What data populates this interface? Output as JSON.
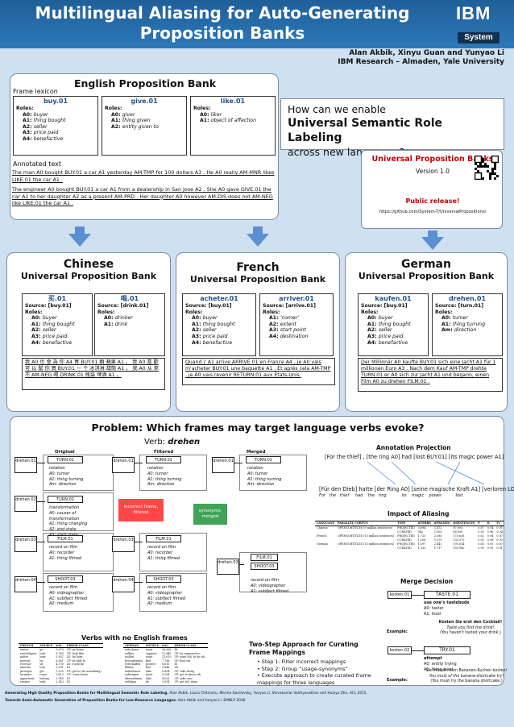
{
  "header": {
    "title_l1": "Multilingual Aliasing for Auto-Generating",
    "title_l2": "Proposition Banks",
    "brand_ibm": "IBM",
    "brand_sys": "System",
    "authors": "Alan Akbik, Xinyu Guan and Yunyao Li",
    "affiliation": "IBM Research – Almaden, Yale University"
  },
  "english": {
    "title": "English Proposition Bank",
    "frame_lexicon": "Frame lexicon",
    "annotated_text": "Annotated text",
    "frames": [
      {
        "name": "buy.01",
        "roles_label": "Roles:",
        "roles": [
          [
            "A0:",
            "buyer"
          ],
          [
            "A1:",
            "thing bought"
          ],
          [
            "A2:",
            "seller"
          ],
          [
            "A3:",
            "price paid"
          ],
          [
            "A4:",
            "benefactive"
          ]
        ]
      },
      {
        "name": "give.01",
        "roles_label": "Roles:",
        "roles": [
          [
            "A0:",
            "giver"
          ],
          [
            "A1:",
            "thing given"
          ],
          [
            "A2:",
            "entity given to"
          ]
        ]
      },
      {
        "name": "like.01",
        "roles_label": "Roles:",
        "roles": [
          [
            "A0:",
            "liker"
          ],
          [
            "A1:",
            "object of affection"
          ]
        ]
      }
    ],
    "sentence1": "The man A0 bought BUY.01 a car A1 yesterday AM-TMP for 100 dollars A3 . He A0 really AM-MNR likes LIKE.01 the car A1 .",
    "sentence2": "The engineer A0 bought BUY.01 a car A1 from a dealership in San Jose A2 . She A0 gave GIVE.01 the car A1 to her daughter A2 as a present AM-PRD . Her daughter A0 however AM-DIS does not AM-NEG like LIKE.01 the car A1 ."
  },
  "question": {
    "l1": "How can we enable",
    "l2": "Universal Semantic Role Labeling",
    "l3": "across new languages?"
  },
  "upb": {
    "title": "Universal Proposition Banks",
    "version": "Version 1.0",
    "release": "Public release!",
    "url": "https://github.com/System-T/UniversalPropositions/"
  },
  "chinese": {
    "title": "Chinese",
    "subtitle": "Universal Proposition Bank",
    "frames": [
      {
        "name": "买.01",
        "source": "Source: [buy.01]",
        "roles_label": "Roles:",
        "roles": [
          [
            "A0:",
            "buyer"
          ],
          [
            "A1:",
            "thing bought"
          ],
          [
            "A2:",
            "seller"
          ],
          [
            "A3:",
            "price paid"
          ],
          [
            "A4:",
            "benefactive"
          ]
        ]
      },
      {
        "name": "喝.01",
        "source": "Source: [drink.01]",
        "roles_label": "Roles:",
        "roles": [
          [
            "A0:",
            "drinker"
          ],
          [
            "A1:",
            "drink"
          ]
        ]
      }
    ],
    "example": "我 A0 也 會 為 你 A4 買 BUY.01 顆 蘋果 A1 。 我 A0 喜 歡 可 以 幫 你 買 BUY.01 一 个 冰淇淋 甜筒 A1 。 我 A0 从 来 不 AM-NEG 喝 DRINK.01 瓶装 啤酒 A1 。"
  },
  "french": {
    "title": "French",
    "subtitle": "Universal Proposition Bank",
    "frames": [
      {
        "name": "acheter.01",
        "source": "Source: [buy.01]",
        "roles_label": "Roles:",
        "roles": [
          [
            "A0:",
            "buyer"
          ],
          [
            "A1:",
            "thing bought"
          ],
          [
            "A2:",
            "seller"
          ],
          [
            "A3:",
            "price paid"
          ],
          [
            "A4:",
            "benefactive"
          ]
        ]
      },
      {
        "name": "arriver.01",
        "source": "Source: [arrive.01]",
        "roles_label": "Roles:",
        "roles": [
          [
            "A1:",
            "‘comer’"
          ],
          [
            "A2:",
            "extent"
          ],
          [
            "A3:",
            "start point"
          ],
          [
            "A4:",
            "destination"
          ]
        ]
      }
    ],
    "example": "Quand j' A1 arrive ARRIVE.01 en France A4 , je A0 vais m'acheter BUY.01 une baguette A1 . Et après cela AM-TMP , je A0 vais revenir RETURN.01 aux États-Unis."
  },
  "german": {
    "title": "German",
    "subtitle": "Universal Proposition Bank",
    "frames": [
      {
        "name": "kaufen.01",
        "source": "Source: [buy.01]",
        "roles_label": "Roles:",
        "roles": [
          [
            "A0:",
            "buyer"
          ],
          [
            "A1:",
            "thing bought"
          ],
          [
            "A2:",
            "seller"
          ],
          [
            "A3:",
            "price paid"
          ],
          [
            "A4:",
            "benefactive"
          ]
        ]
      },
      {
        "name": "drehen.01",
        "source": "Source: [turn.01]",
        "roles_label": "Roles:",
        "roles": [
          [
            "A0:",
            "turner"
          ],
          [
            "A1:",
            "thing turning"
          ],
          [
            "Am:",
            "direction"
          ]
        ]
      }
    ],
    "example": "Der Millionär A0 kaufte BUY.01 sich eine Jacht A1 für 1 millionen Euro A3 . Nach dem Kauf AM-TMP drehte TURN.01 er A0 sich zur Jacht A1 und begann, einen Film A0 zu drehen FILM.01 ."
  },
  "problem": {
    "title": "Problem: Which frames may target language verbs evoke?",
    "verb_label": "Verb:",
    "verb": "drehen",
    "col_original": "Original",
    "col_filtered": "Filtered",
    "col_merged": "Merged",
    "verbs": [
      "drehen.01",
      "drehen.02",
      "drehen.03",
      "drehen.04"
    ],
    "frames": {
      "turn": "TURN.01",
      "turn2": "TURN.02",
      "film": "FILM.01",
      "shoot": "SHOOT.03"
    },
    "turn_roles": [
      "rotation",
      "A0: turner",
      "A1: thing turning",
      "Am: direction"
    ],
    "turn2_roles": [
      "transformation",
      "A0: causer of",
      "transformation",
      "A1: thing changing",
      "A2: end state",
      "A3: start state"
    ],
    "film_roles": [
      "record on film",
      "A0: recorder",
      "A1: thing filmed"
    ],
    "shoot_roles": [
      "record on film",
      "A0: videographer",
      "A1: subfject filmed",
      "A2: medium"
    ],
    "incorrect": "incorrect frame, filtered",
    "synonyms": "synonyms, merged",
    "verbs_no_english": "Verbs with no English frames",
    "table1_head": [
      "FRENCH",
      "SOURCE",
      "#AL.",
      "ERROR CLASS"
    ],
    "table1_rows": [
      [
        "tenter",
        "go",
        "9,070",
        "CP: go home"
      ],
      [
        "revendiquer",
        "look",
        "8,160",
        "CP: look like"
      ],
      [
        "naître",
        "bear",
        "5,937",
        "LE: be born"
      ],
      [
        "pouvoir",
        "be",
        "6,541",
        "CP: be able to"
      ],
      [
        "recevoir",
        "sit",
        "4,700",
        "LE: s'asseoir"
      ],
      [
        "aborder",
        "love",
        "3,391",
        "DI"
      ],
      [
        "proroger",
        "get",
        "3,125",
        "CP: get to (do something)"
      ],
      [
        "terminer",
        "come",
        "2,613",
        "CP: come home"
      ],
      [
        "appartenir",
        "belong",
        "2,745",
        "DI"
      ],
      [
        "rentrer",
        "look",
        "2,143",
        "DI"
      ]
    ],
    "table2_head": [
      "GERMAN",
      "SOURCE",
      "#AL.",
      "ERROR CLASS"
    ],
    "table2_rows": [
      [
        "zutschaen",
        "want",
        "26,996",
        "DI"
      ],
      [
        "sollten",
        "suppose",
        "12,849",
        "CP: be supposed to"
      ],
      [
        "wollen",
        "want",
        "12,619",
        "CP: want sth. to do sth."
      ],
      [
        "herausfinden",
        "find",
        "7,756",
        "CP: find out"
      ],
      [
        "verschaffen",
        "protect",
        "6,610",
        "DI"
      ],
      [
        "fühlen",
        "feel",
        "5,846",
        "LE"
      ],
      [
        "aufnehmen",
        "take",
        "5,604",
        "CP: take along"
      ],
      [
        "zubringen",
        "meet",
        "5,254",
        "CP: get to know sth."
      ],
      [
        "übernehmen",
        "take",
        "4,029",
        "CP: take over"
      ],
      [
        "erfolgen",
        "do",
        "3,914",
        "CP: get sth. done"
      ]
    ],
    "annotation_projection": "Annotation Projection",
    "proj_en": "[For the thief] , [the ring A0] had [lost BUY.01] [its magic power A1]",
    "proj_de": "[Für den Dieb] hatte [der Ring A0] [seine magische Kraft A1] [verloren LOSE.02]",
    "proj_gloss": "For   the   thief     had    the   ring            its    magic    power           lost",
    "impact": "Impact of Aliasing",
    "impact_head": [
      "LANGUAGE",
      "PARALLEL CORPUS",
      "TYPE",
      "#VERBS",
      "#FRAMES",
      "#SENTENCES",
      "P",
      "R",
      "F1"
    ],
    "impact_rows": [
      [
        "Chinese",
        "OPENSUBTITLES (9 million sentences)",
        "PROJECTED",
        "3,894",
        "1,472",
        "87,993",
        "0.87",
        "0.94",
        "0.91"
      ],
      [
        "",
        "",
        "CURATED",
        "942",
        "1,003",
        "68,839",
        "0.93",
        "0.96",
        "0.94"
      ],
      [
        "French",
        "OPENSUBTITLES (15 million sentences)",
        "PROJECTED",
        "1,723",
        "2,580",
        "175,636",
        "0.82",
        "0.94",
        "0.87"
      ],
      [
        "",
        "",
        "CURATED",
        "1,208",
        "1,370",
        "130,370",
        "0.91",
        "0.96",
        "0.93"
      ],
      [
        "German",
        "OPENSUBTITLES (15 million sentences)",
        "PROJECTED",
        "1,597",
        "2,441",
        "191,814",
        "0.83",
        "0.92",
        "0.87"
      ],
      [
        "",
        "",
        "CURATED",
        "1,352",
        "1,717",
        "150,940",
        "0.90",
        "0.95",
        "0.91"
      ]
    ],
    "merge": "Merge Decision",
    "merge1_left": "kosten.01",
    "merge1_right": "TASTE.01",
    "merge1_roles": [
      "use one's tastebuds",
      "A0: taster",
      "A1: food"
    ],
    "merge1_example_label": "Example:",
    "merge1_example": "Kosten Sie erst den Cocktail!",
    "merge1_gloss": "Taste  you first the   drink!",
    "merge1_trans": "(You haven't tasted your drink.)",
    "merge2_left": "kosten.02",
    "merge2_right": "TRY.01",
    "merge2_roles": [
      "attempt",
      "A0: entity trying",
      "A1: thing tried"
    ],
    "merge2_example_label": "Example:",
    "merge2_example": "Sie müssen vom Bananen-Kuchen kosten!",
    "merge2_gloss": "You  must  of the  banana-shortcake   try!",
    "merge2_trans": "(You must try the banana shortcake.)",
    "approach_title": "Two-Step Approach for Curating Frame Mappings",
    "approach_steps": [
      "Step 1: Filter incorrect mappings",
      "Step 2: Group “usage-synonyms”",
      "Execute approach to create curated frame mappings for three languages"
    ]
  },
  "footer": {
    "ref1_title": "Generating High Quality Proposition Banks for Multilingual Semantic Role Labeling.",
    "ref1_rest": "Alan Akbik, Laura Chiticariu, Marina Danilevsky, Yunyao Li, Shivakumar Vaithyanathan and Huaiyu Zhu. ACL 2015.",
    "ref2_title": "Towards Semi-Automatic Generation of Proposition Banks for Low-Resource Languages.",
    "ref2_rest": "Alan Akbik and Yunyao Li. EMNLP 2016."
  },
  "colors": {
    "header": "#2d78b8",
    "accent_red": "#c00000",
    "frame_blue": "#1e4f8a",
    "poster_bg": "#cfe0f1"
  }
}
